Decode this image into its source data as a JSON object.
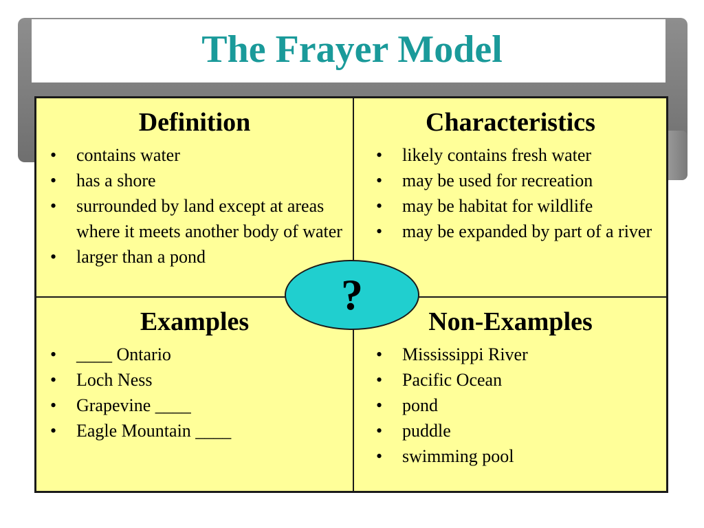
{
  "title": "The Frayer Model",
  "center": {
    "symbol": "?"
  },
  "definition": {
    "heading": "Definition",
    "items": [
      "contains water",
      "has a shore",
      "surrounded by land except at areas where it meets another body of water",
      "larger than a pond"
    ]
  },
  "characteristics": {
    "heading": "Characteristics",
    "items": [
      "likely contains fresh water",
      "may be used for recreation",
      "may be habitat for wildlife",
      "may be expanded by part of a river"
    ]
  },
  "examples": {
    "heading": "Examples",
    "items": [
      "____ Ontario",
      "Loch Ness",
      "Grapevine ____",
      "Eagle Mountain ____"
    ]
  },
  "non_examples": {
    "heading": "Non-Examples",
    "items": [
      "Mississippi River",
      "Pacific Ocean",
      "pond",
      "puddle",
      "swimming pool"
    ]
  },
  "colors": {
    "title": "#1a9a9a",
    "quadrant_fill": "#ffff99",
    "ellipse_fill": "#20cfcf"
  }
}
